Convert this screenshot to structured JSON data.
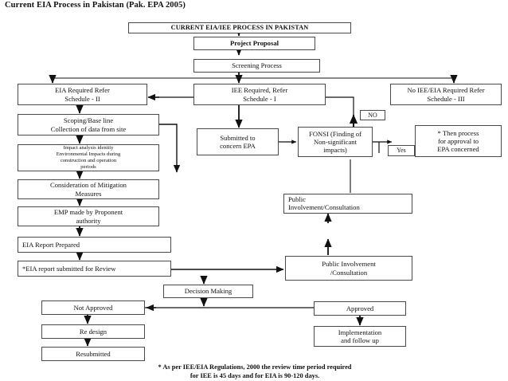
{
  "figure": {
    "title": "Current EIA Process in Pakistan (Pak. EPA 2005)",
    "banner": "CURRENT EIA/IEE PROCESS IN PAKISTAN",
    "footnote_line1": "* As per IEE/EIA Regulations, 2000 the review time period required",
    "footnote_line2": "for IEE is 45 days and for EIA is 90-120 days.",
    "stroke_color": "#4a4a4a",
    "text_color": "#111111",
    "background": "#ffffff"
  },
  "nodes": {
    "project_proposal": "Project Proposal",
    "screening_process": "Screening Process",
    "eia_required_l1": "EIA Required Refer",
    "eia_required_l2": "Schedule - II",
    "iee_required_l1": "IEE Required, Refer",
    "iee_required_l2": "Schedule - I",
    "no_iee_eia_l1": "No IEE/EIA Required Refer",
    "no_iee_eia_l2": "Schedule - III",
    "scoping_l1": "Scoping/Base line",
    "scoping_l2": "Collection of data from site",
    "impact_l1": "Impact analysis identity",
    "impact_l2": "Environmental Impacts during",
    "impact_l3": "construction and operation",
    "impact_l4": "periods",
    "mitigation_l1": "Consideration of Mitigation",
    "mitigation_l2": "Measures",
    "emp_l1": "EMP made by Proponent",
    "emp_l2": "authority",
    "eia_report_prepared": "EIA Report Prepared",
    "eia_report_submitted": "*EIA report submitted for Review",
    "submitted_epa_l1": "Submitted to",
    "submitted_epa_l2": "concern EPA",
    "fonsi_l1": "FONSI (Finding of",
    "fonsi_l2": "Non-significant",
    "fonsi_l3": "impacts)",
    "then_process_l1": "* Then process",
    "then_process_l2": "for approval to",
    "then_process_l3": "EPA concerned",
    "label_no": "NO",
    "label_yes": "Yes",
    "public_upper_l1": "Public",
    "public_upper_l2": "Involvement/Consultation",
    "public_lower_l1": "Public Involvement",
    "public_lower_l2": "/Consultation",
    "decision_making": "Decision Making",
    "not_approved": "Not Approved",
    "re_design": "Re design",
    "resubmitted": "Resubmitted",
    "approved": "Approved",
    "implementation_l1": "Implementation",
    "implementation_l2": "and follow up"
  }
}
